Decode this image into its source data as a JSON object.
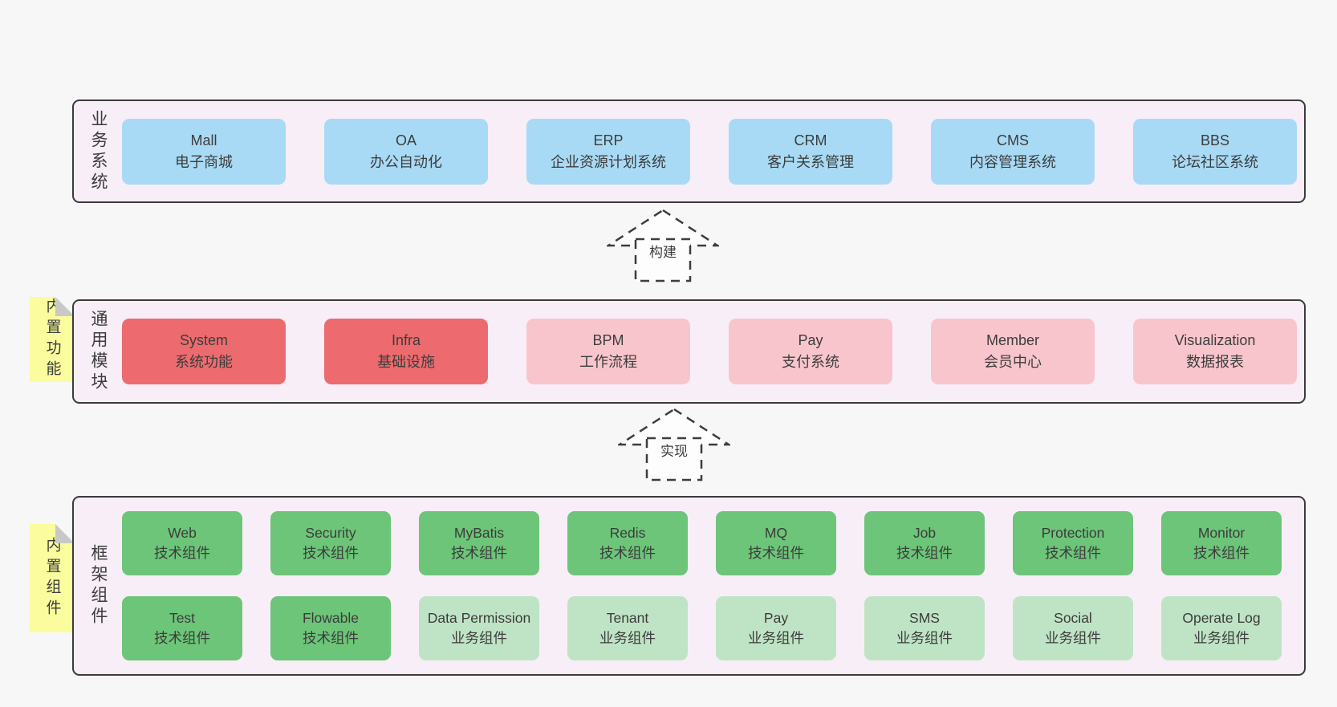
{
  "colors": {
    "page_background": "#f7f7f7",
    "container_fill": "#f8eef7",
    "container_border": "#3b3b3b",
    "business_box": "#a9daf5",
    "module_core_box": "#ed6b6e",
    "module_optional_box": "#f9c5cd",
    "tech_component_box": "#6cc578",
    "biz_component_box": "#bfe4c5",
    "sticky_note": "#fafc9d",
    "note_fold": "#c8c8c8",
    "text": "#3c3c3c"
  },
  "business": {
    "label": "业务系统",
    "boxes": [
      {
        "en": "Mall",
        "zh": "电子商城"
      },
      {
        "en": "OA",
        "zh": "办公自动化"
      },
      {
        "en": "ERP",
        "zh": "企业资源计划系统"
      },
      {
        "en": "CRM",
        "zh": "客户关系管理"
      },
      {
        "en": "CMS",
        "zh": "内容管理系统"
      },
      {
        "en": "BBS",
        "zh": "论坛社区系统"
      }
    ]
  },
  "arrows": {
    "build": {
      "label": "构建"
    },
    "implement": {
      "label": "实现"
    }
  },
  "modules": {
    "label": "通用模块",
    "note": "内置功能",
    "boxes": [
      {
        "en": "System",
        "zh": "系统功能"
      },
      {
        "en": "Infra",
        "zh": "基础设施"
      },
      {
        "en": "BPM",
        "zh": "工作流程"
      },
      {
        "en": "Pay",
        "zh": "支付系统"
      },
      {
        "en": "Member",
        "zh": "会员中心"
      },
      {
        "en": "Visualization",
        "zh": "数据报表"
      }
    ]
  },
  "framework": {
    "label": "框架组件",
    "note": "内置组件",
    "row1": [
      {
        "en": "Web",
        "zh": "技术组件"
      },
      {
        "en": "Security",
        "zh": "技术组件"
      },
      {
        "en": "MyBatis",
        "zh": "技术组件"
      },
      {
        "en": "Redis",
        "zh": "技术组件"
      },
      {
        "en": "MQ",
        "zh": "技术组件"
      },
      {
        "en": "Job",
        "zh": "技术组件"
      },
      {
        "en": "Protection",
        "zh": "技术组件"
      },
      {
        "en": "Monitor",
        "zh": "技术组件"
      }
    ],
    "row2": [
      {
        "en": "Test",
        "zh": "技术组件"
      },
      {
        "en": "Flowable",
        "zh": "技术组件"
      },
      {
        "en": "Data Permission",
        "zh": "业务组件"
      },
      {
        "en": "Tenant",
        "zh": "业务组件"
      },
      {
        "en": "Pay",
        "zh": "业务组件"
      },
      {
        "en": "SMS",
        "zh": "业务组件"
      },
      {
        "en": "Social",
        "zh": "业务组件"
      },
      {
        "en": "Operate Log",
        "zh": "业务组件"
      }
    ]
  }
}
